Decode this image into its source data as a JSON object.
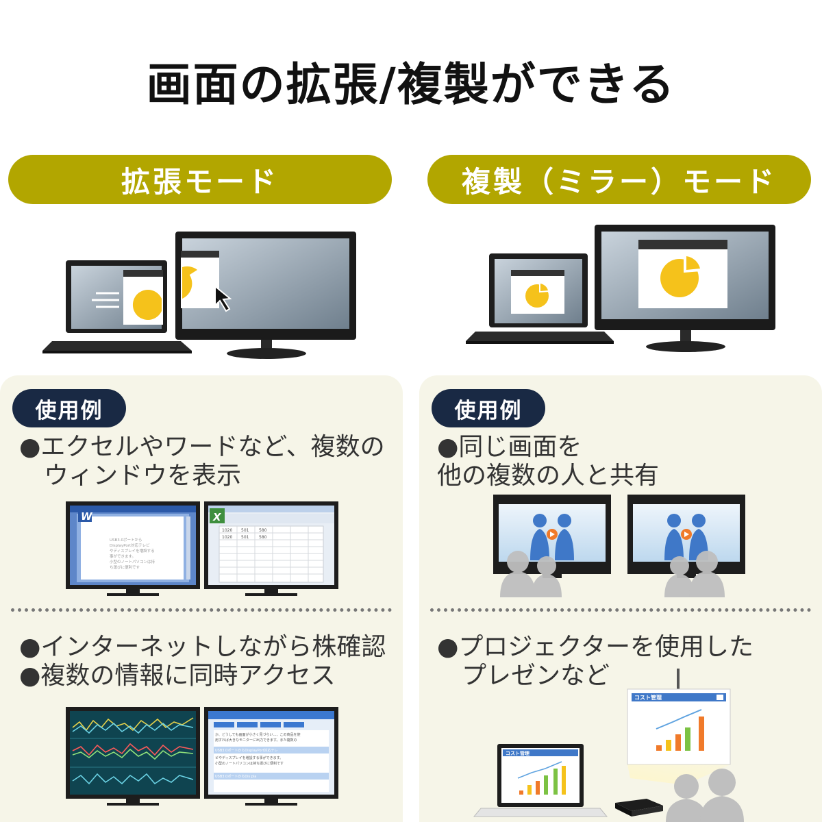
{
  "title": "画面の拡張/複製ができる",
  "modes": {
    "extend": {
      "label": "拡張モード"
    },
    "mirror": {
      "label": "複製（ミラー）モード"
    }
  },
  "usage_badge": "使用例",
  "left_panel": {
    "item1_line1": "●エクセルやワードなど、複数の",
    "item1_line2": "　ウィンドウを表示",
    "item2_line1": "●インターネットしながら株確認",
    "item2_line2": "●複数の情報に同時アクセス",
    "word_icon": "W",
    "excel_icon": "X",
    "word_doc_text": [
      "USB3.0ポートから",
      "DisplayPort対応テレビ",
      "やディスプレイを増設する",
      "事ができます。",
      "小型のノートパソコンは持",
      "ち運びに便利です"
    ],
    "excel_row1": [
      "1020",
      "501",
      "580"
    ],
    "excel_row2": [
      "1020",
      "501",
      "580"
    ],
    "browser_text": [
      "か、どうしても画面が小さく見づらい…、この商品を使",
      "用すれば大きなモニターに出力できます。また複数の",
      "USB3.0ポートからDisplayPort対応テレ",
      "ビやディスプレイを増設する事ができます。",
      "小型のノートパソコンは持ち運びに便利です",
      "USB3.0ポートからDis pla"
    ]
  },
  "right_panel": {
    "item1_line1": "●同じ画面を",
    "item1_line2": "他の複数の人と共有",
    "item2_line1": "●プロジェクターを使用した",
    "item2_line2": "　プレゼンなど",
    "chart_label": "コスト管理"
  },
  "icons": [
    "cursor-arrow-icon",
    "pie-chart-icon",
    "play-icon",
    "word-icon",
    "excel-icon",
    "bar-chart-icon"
  ]
}
